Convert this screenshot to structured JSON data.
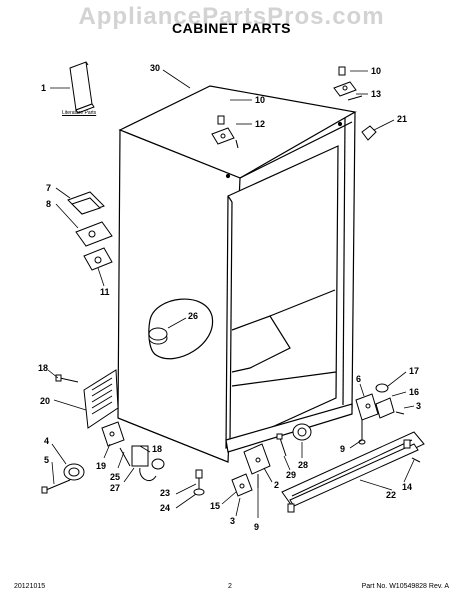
{
  "header": {
    "watermark": "AppliancePartsPros.com",
    "title": "CABINET PARTS"
  },
  "literature_label": "Literature Parts",
  "callouts": {
    "c1": "1",
    "c30": "30",
    "c10a": "10",
    "c13": "13",
    "c10b": "10",
    "c12": "12",
    "c21": "21",
    "c7": "7",
    "c8": "8",
    "c11": "11",
    "c26": "26",
    "c18a": "18",
    "c20": "20",
    "c6": "6",
    "c17": "17",
    "c16": "16",
    "c3a": "3",
    "c4": "4",
    "c5": "5",
    "c19": "19",
    "c25": "25",
    "c27": "27",
    "c18b": "18",
    "c23": "23",
    "c24": "24",
    "c15": "15",
    "c3b": "3",
    "c9a": "9",
    "c2": "2",
    "c29": "29",
    "c28": "28",
    "c9b": "9",
    "c14": "14",
    "c22": "22"
  },
  "footer": {
    "date": "20121015",
    "page": "2",
    "part": "Part No. W10549828  Rev. A"
  }
}
